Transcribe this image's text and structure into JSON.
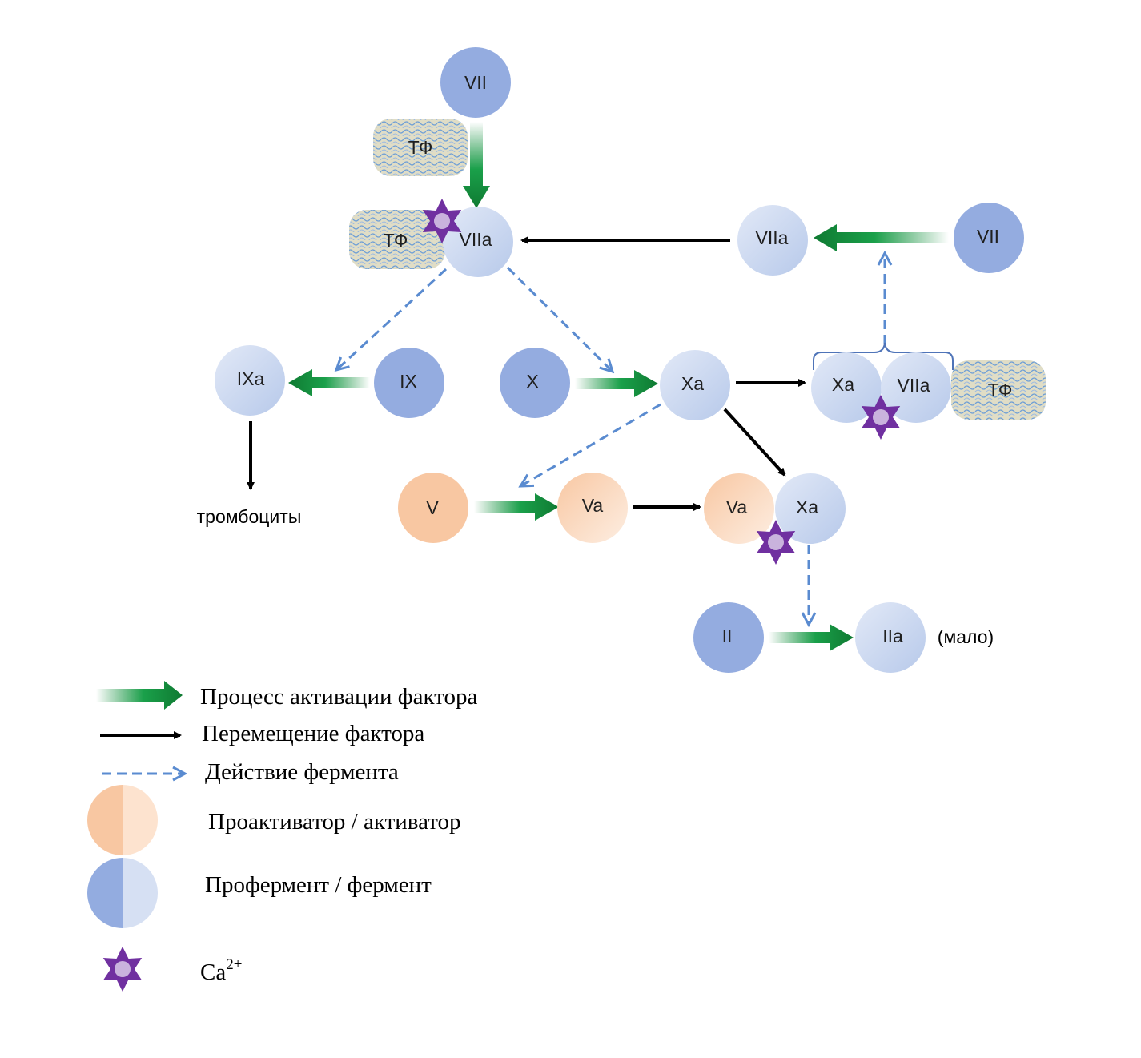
{
  "colors": {
    "proenzyme": "#94ace0",
    "enzyme_light": "#e2e9f7",
    "enzyme_mid": "#b7c9ea",
    "proactivator": "#f8c7a2",
    "activator_light": "#fde9da",
    "activation_arrow": "#138a3a",
    "move_arrow": "#000000",
    "enzyme_action": "#5a8bd0",
    "calcium": "#7030a0",
    "calcium_core": "#c9b3dd",
    "tissue_factor_bg": "#e0ddc6",
    "tissue_factor_pattern": "#6f9fd6"
  },
  "nodes": {
    "vii_top": "VII",
    "tf_top": "ТФ",
    "tf_mid": "ТФ",
    "viia_center": "VIIa",
    "viia_right": "VIIa",
    "vii_right": "VII",
    "ixa": "IXa",
    "ix": "IX",
    "x": "X",
    "xa": "Xa",
    "xa_complex": "Xa",
    "viia_complex": "VIIa",
    "tf_complex": "ТФ",
    "v": "V",
    "va": "Va",
    "va_complex": "Va",
    "xa_prothrombinase": "Xa",
    "ii": "II",
    "iia": "IIa"
  },
  "labels": {
    "platelets": "тромбоциты",
    "little": "(мало)"
  },
  "legend": {
    "activation": "Процесс активации фактора",
    "movement": "Перемещение фактора",
    "enzyme_action": "Действие фермента",
    "proactivator": "Проактиватор / активатор",
    "proenzyme": "Профермент / фермент",
    "calcium_base": "Ca",
    "calcium_sup": "2+"
  },
  "icons": [
    "calcium-star-icon",
    "activation-arrow-icon",
    "movement-arrow-icon",
    "enzyme-action-arrow-icon"
  ]
}
